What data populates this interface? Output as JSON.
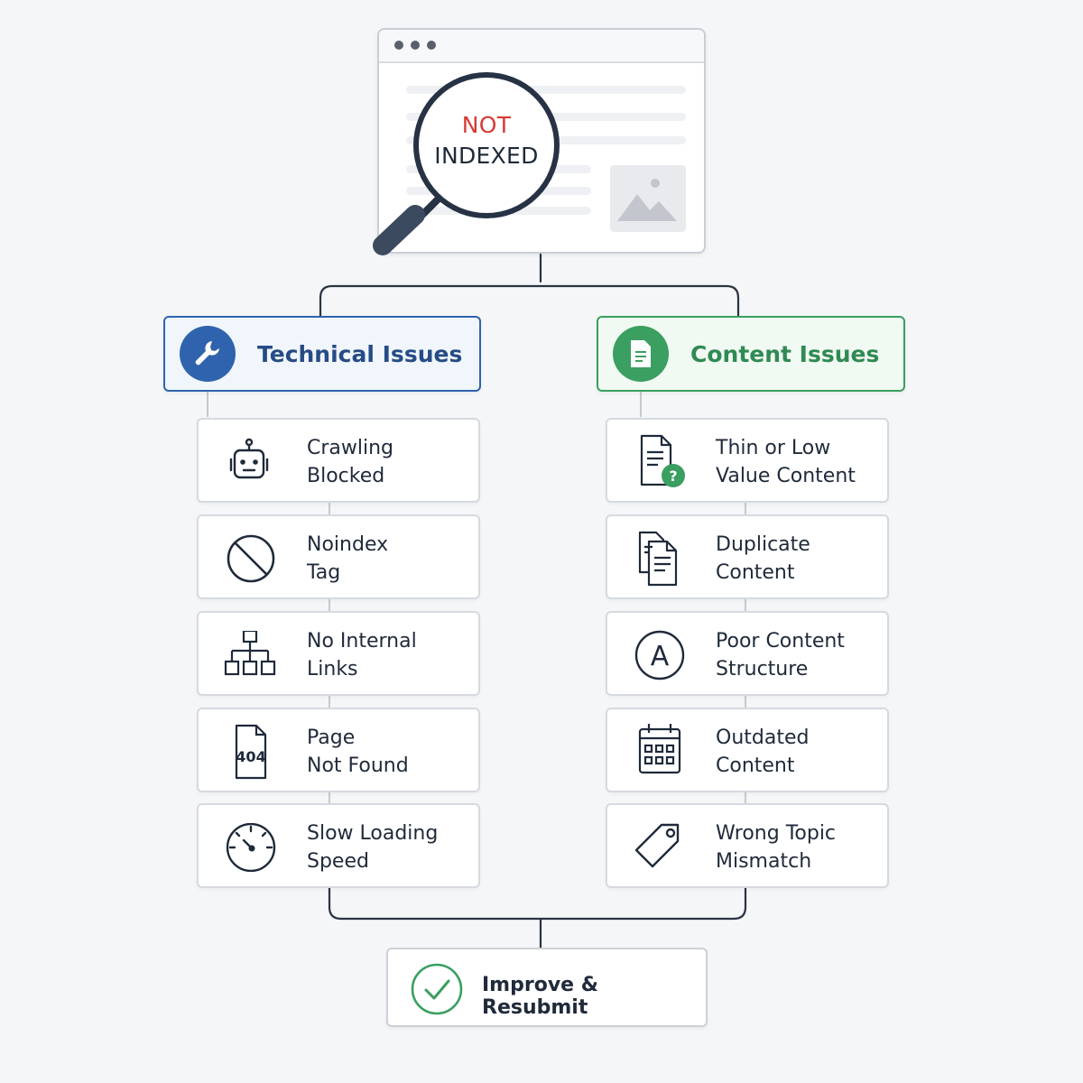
{
  "hero": {
    "status_line1": "NOT",
    "status_line2": "INDEXED",
    "icons": [
      "magnifier-icon",
      "image-placeholder-icon"
    ]
  },
  "categories": [
    {
      "id": "technical",
      "label": "Technical Issues",
      "icon": "wrench-icon",
      "color": "#2f63ad"
    },
    {
      "id": "content",
      "label": "Content Issues",
      "icon": "document-icon",
      "color": "#3a9f60"
    }
  ],
  "technical_issues": [
    {
      "line1": "Crawling",
      "line2": "Blocked",
      "icon": "robot-icon"
    },
    {
      "line1": "Noindex",
      "line2": "Tag",
      "icon": "prohibited-icon"
    },
    {
      "line1": "No Internal",
      "line2": "Links",
      "icon": "sitemap-icon"
    },
    {
      "line1": "Page",
      "line2": "Not Found",
      "icon": "file-404-icon",
      "icon_text": "404"
    },
    {
      "line1": "Slow Loading",
      "line2": "Speed",
      "icon": "speedometer-icon"
    }
  ],
  "content_issues": [
    {
      "line1": "Thin or Low",
      "line2": "Value Content",
      "icon": "document-question-icon"
    },
    {
      "line1": "Duplicate",
      "line2": "Content",
      "icon": "duplicate-documents-icon"
    },
    {
      "line1": "Poor Content",
      "line2": "Structure",
      "icon": "letter-a-circle-icon",
      "icon_text": "A"
    },
    {
      "line1": "Outdated",
      "line2": "Content",
      "icon": "calendar-icon"
    },
    {
      "line1": "Wrong Topic",
      "line2": "Mismatch",
      "icon": "tag-icon"
    }
  ],
  "resolution": {
    "label": "Improve & Resubmit",
    "icon": "check-circle-icon"
  },
  "colors": {
    "accent_red": "#d63b35",
    "technical_blue": "#2f63ad",
    "content_green": "#3a9f60",
    "line": "#2b3442"
  }
}
